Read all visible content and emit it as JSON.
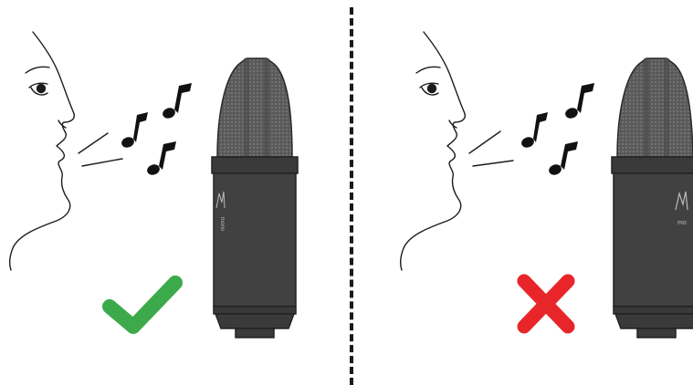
{
  "colors": {
    "correct": "#3caa4b",
    "incorrect": "#e8262a",
    "mic_body": "#414141",
    "mic_dark": "#2e2e2e",
    "mic_grille": "#6a6a6a",
    "outline": "#1c1c1c"
  },
  "panels": [
    {
      "verdict": "correct",
      "icon": "checkmark-icon",
      "mic_logo_text": "mono"
    },
    {
      "verdict": "incorrect",
      "icon": "cross-icon",
      "mic_logo_text": "mo"
    }
  ]
}
